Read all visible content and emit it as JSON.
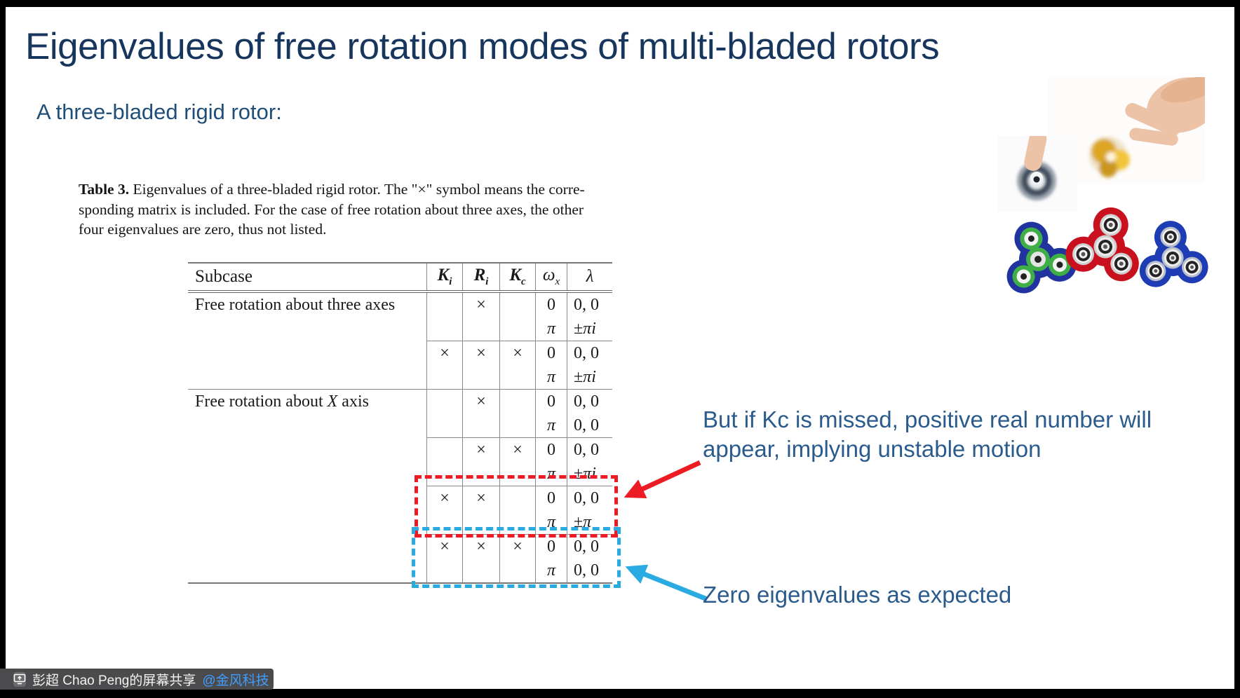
{
  "slide": {
    "title": "Eigenvalues of free rotation modes of multi-bladed rotors",
    "subtitle": "A three-bladed rigid rotor:",
    "caption": {
      "label": "Table 3.",
      "lines": [
        "Eigenvalues of a three-bladed rigid rotor. The \"×\" symbol means the corre-",
        "sponding matrix is included. For the case of free rotation about three axes, the other",
        "four eigenvalues are zero, thus not listed."
      ]
    },
    "table": {
      "headers": [
        {
          "id": "subcase",
          "text": "Subcase",
          "kind": "plain"
        },
        {
          "id": "ki",
          "text": "K",
          "sub": "i",
          "kind": "vector"
        },
        {
          "id": "ri",
          "text": "R",
          "sub": "i",
          "kind": "vector"
        },
        {
          "id": "kc",
          "text": "K",
          "sub": "c",
          "kind": "vector"
        },
        {
          "id": "omega-x",
          "text": "ω",
          "sub": "x",
          "kind": "greek"
        },
        {
          "id": "lambda",
          "text": "λ",
          "kind": "greek"
        }
      ],
      "rows": [
        {
          "subcase": "Free rotation about three axes",
          "ri": "×",
          "w": "0",
          "l": "0, 0"
        },
        {
          "w": "π",
          "l": "±πi",
          "sep": "partial"
        },
        {
          "ki": "×",
          "ri": "×",
          "kc": "×",
          "w": "0",
          "l": "0, 0"
        },
        {
          "w": "π",
          "l": "±πi",
          "sep": "full"
        },
        {
          "subcase": "Free rotation about X axis",
          "ri": "×",
          "w": "0",
          "l": "0, 0"
        },
        {
          "w": "π",
          "l": "0, 0",
          "sep": "partial"
        },
        {
          "ri": "×",
          "kc": "×",
          "w": "0",
          "l": "0, 0"
        },
        {
          "w": "π",
          "l": "±πi",
          "sep": "partial"
        },
        {
          "ki": "×",
          "ri": "×",
          "w": "0",
          "l": "0, 0",
          "box": "red"
        },
        {
          "w": "π",
          "l": "±π",
          "sep": "partial",
          "box": "red"
        },
        {
          "ki": "×",
          "ri": "×",
          "kc": "×",
          "w": "0",
          "l": "0, 0",
          "box": "blue"
        },
        {
          "w": "π",
          "l": "0, 0",
          "box": "blue"
        }
      ]
    },
    "annotations": {
      "unstable_lines": [
        "But if Kc is missed, positive real number will",
        "appear, implying unstable motion"
      ],
      "zero_line": "Zero eigenvalues as expected"
    },
    "icons": [
      "mic-muted-icon",
      "screen-share-icon",
      "fidget-spinner-images"
    ],
    "colors": {
      "title": "#17365d",
      "subtitle": "#1f4e79",
      "annotation": "#2a5b8c",
      "box_red": "#ed1c24",
      "box_blue": "#29abe2",
      "mention": "#3f9dff",
      "share_bar_bg": "#4b4b4d"
    }
  },
  "share_bar": {
    "text": "彭超 Chao Peng的屏幕共享",
    "mention": "@金风科技"
  }
}
